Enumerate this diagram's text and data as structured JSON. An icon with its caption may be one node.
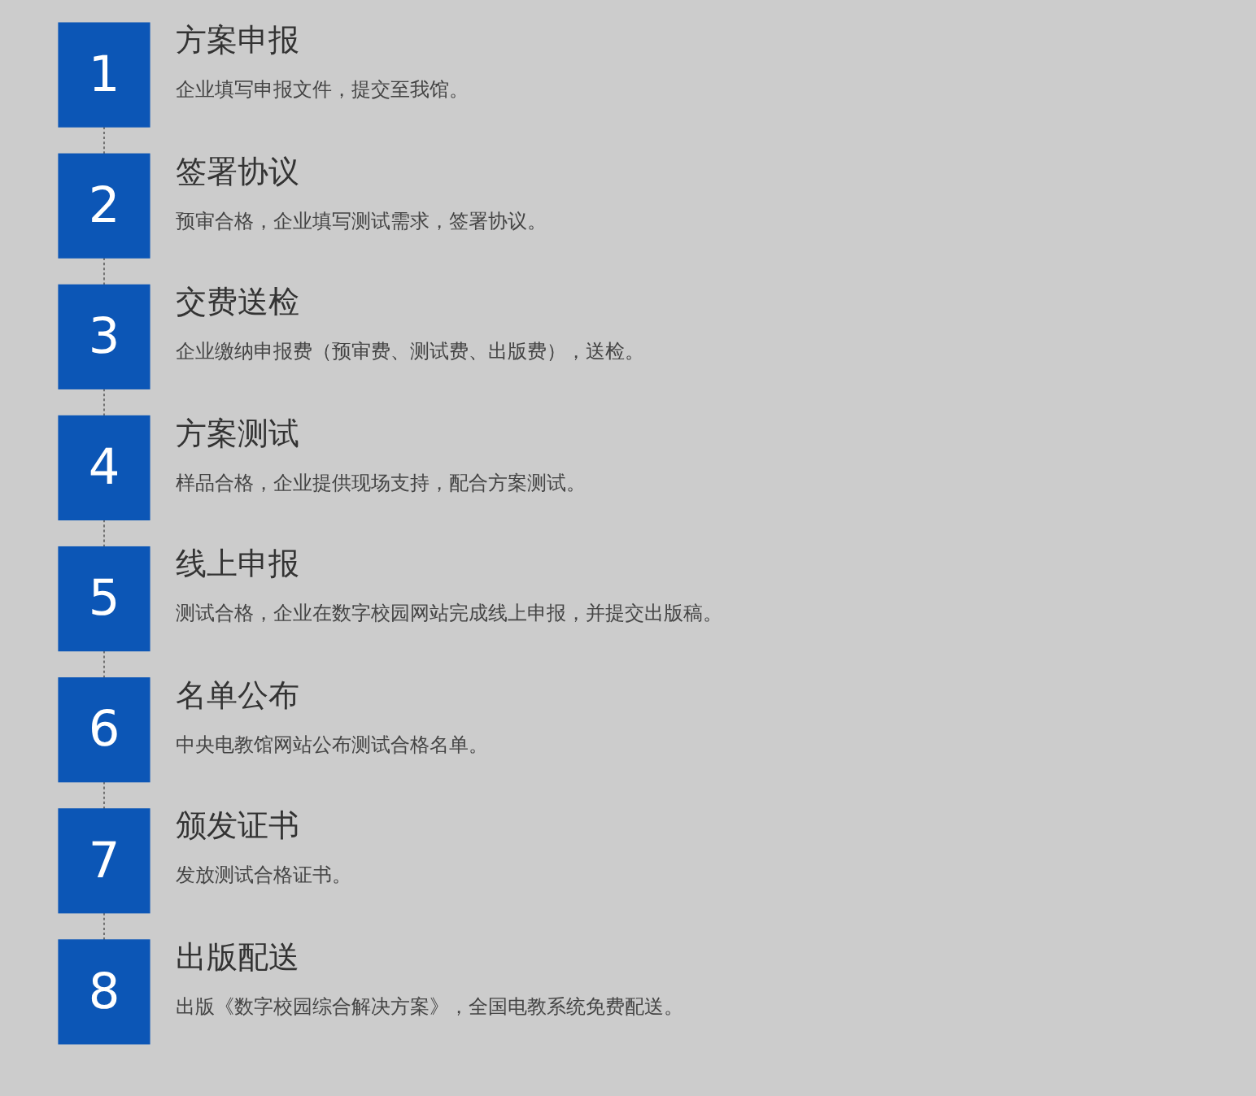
{
  "diagram": {
    "nodes": [
      {
        "text": [
          "1"
        ],
        "beside": [
          "方案申报",
          "企业填写申报文件，提交至我馆。"
        ]
      },
      {
        "text": [
          "2"
        ],
        "beside": [
          "签署协议",
          "预审合格，企业填写测试需求，签署协议。"
        ]
      },
      {
        "text": [
          "3"
        ],
        "beside": [
          "交费送检",
          "企业缴纳申报费（预审费、测试费、出版费），送检。"
        ]
      },
      {
        "text": [
          "4"
        ],
        "beside": [
          "方案测试",
          "样品合格，企业提供现场支持，配合方案测试。"
        ]
      },
      {
        "text": [
          "5"
        ],
        "beside": [
          "线上申报",
          "测试合格，企业在数字校园网站完成线上申报，并提交出版稿。"
        ]
      },
      {
        "text": [
          "6"
        ],
        "beside": [
          "名单公布",
          "中央电教馆网站公布测试合格名单。"
        ]
      },
      {
        "text": [
          "7"
        ],
        "beside": [
          "颁发证书",
          "发放测试合格证书。"
        ]
      },
      {
        "text": [
          "8"
        ],
        "beside": [
          "出版配送",
          "出版《数字校园综合解决方案》，全国电教系统免费配送。"
        ]
      }
    ],
    "edges": [
      {
        "from": 0,
        "to": 1,
        "arrow": "none",
        "style": "dashed"
      },
      {
        "from": 1,
        "to": 2,
        "arrow": "none",
        "style": "dashed"
      },
      {
        "from": 2,
        "to": 3,
        "arrow": "none",
        "style": "dashed"
      },
      {
        "from": 3,
        "to": 4,
        "arrow": "none",
        "style": "dashed"
      },
      {
        "from": 4,
        "to": 5,
        "arrow": "none",
        "style": "dashed"
      },
      {
        "from": 5,
        "to": 6,
        "arrow": "none",
        "style": "dashed"
      },
      {
        "from": 6,
        "to": 7,
        "arrow": "none",
        "style": "dashed"
      }
    ]
  }
}
